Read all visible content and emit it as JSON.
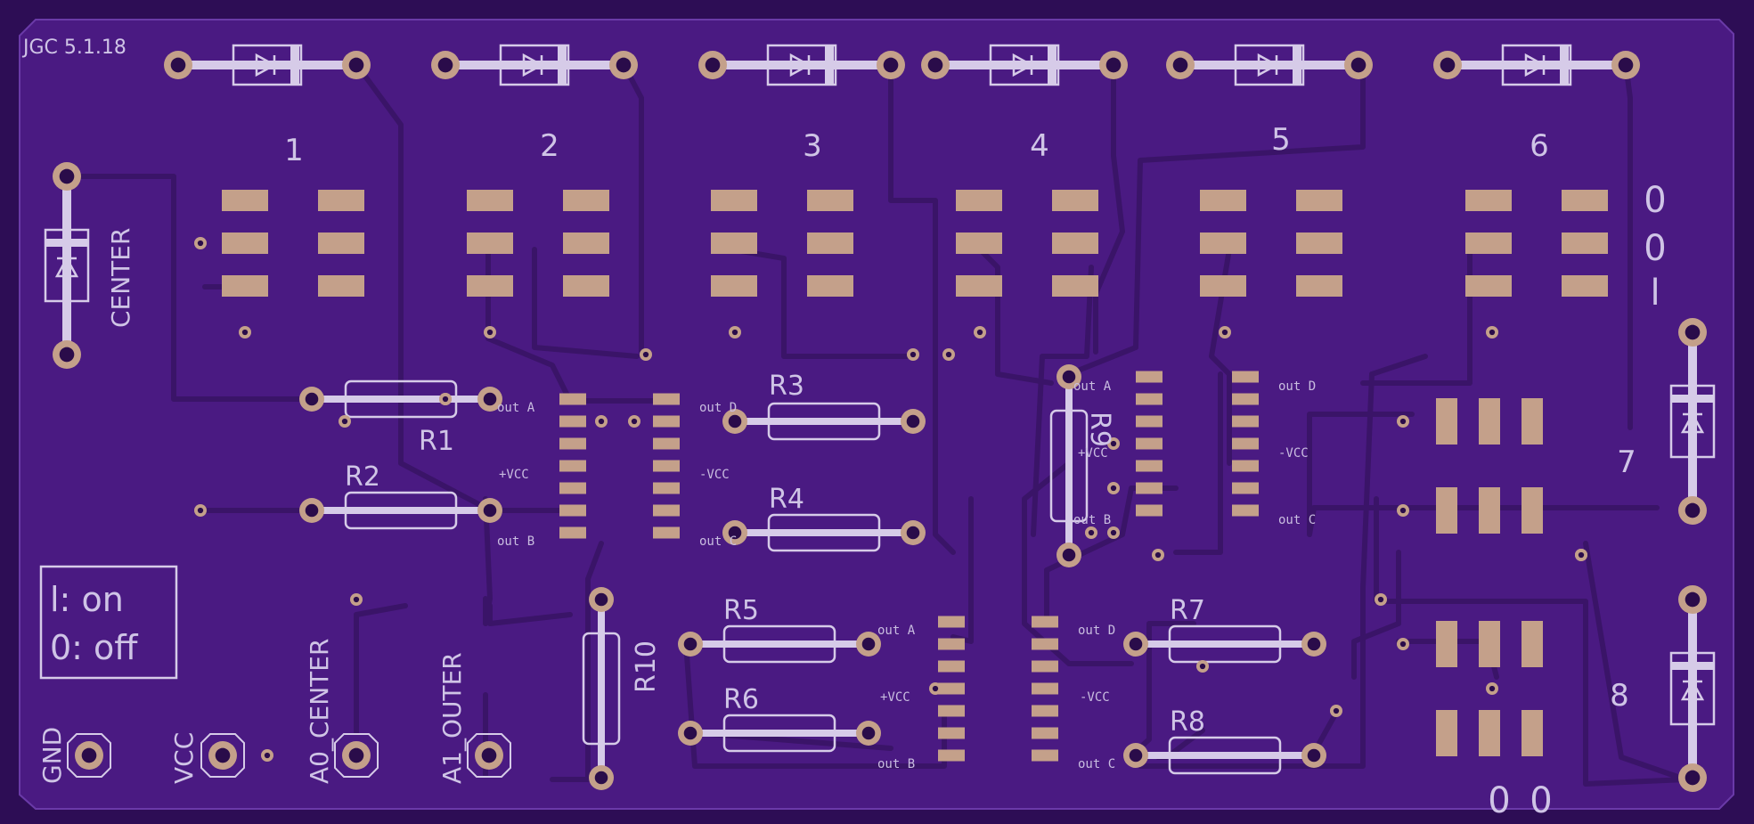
{
  "board": {
    "date_label": "JGC 5.1.18",
    "colors": {
      "board": "#4a1a82",
      "board_edge": "#2b0a52",
      "trace": "#3a1468",
      "pad": "#c4a08a",
      "silk": "#d6cbe8"
    }
  },
  "channels": [
    "1",
    "2",
    "3",
    "4",
    "5",
    "6",
    "7",
    "8"
  ],
  "resistors": [
    "R1",
    "R2",
    "R3",
    "R4",
    "R5",
    "R6",
    "R7",
    "R8",
    "R9",
    "R10"
  ],
  "headers": {
    "gnd": "GND",
    "vcc": "VCC",
    "a0": "A0_CENTER",
    "a1": "A1_OUTER"
  },
  "center_label": "CENTER",
  "legend": {
    "on": "l:  on",
    "off": "0: off"
  },
  "opamp_pins": {
    "out_a": "out A",
    "out_b": "out B",
    "out_c": "out C",
    "out_d": "out D",
    "vcc_pos": "+VCC",
    "vcc_neg": "-VCC"
  },
  "switch_marks": {
    "zero": "0",
    "one": "l"
  }
}
